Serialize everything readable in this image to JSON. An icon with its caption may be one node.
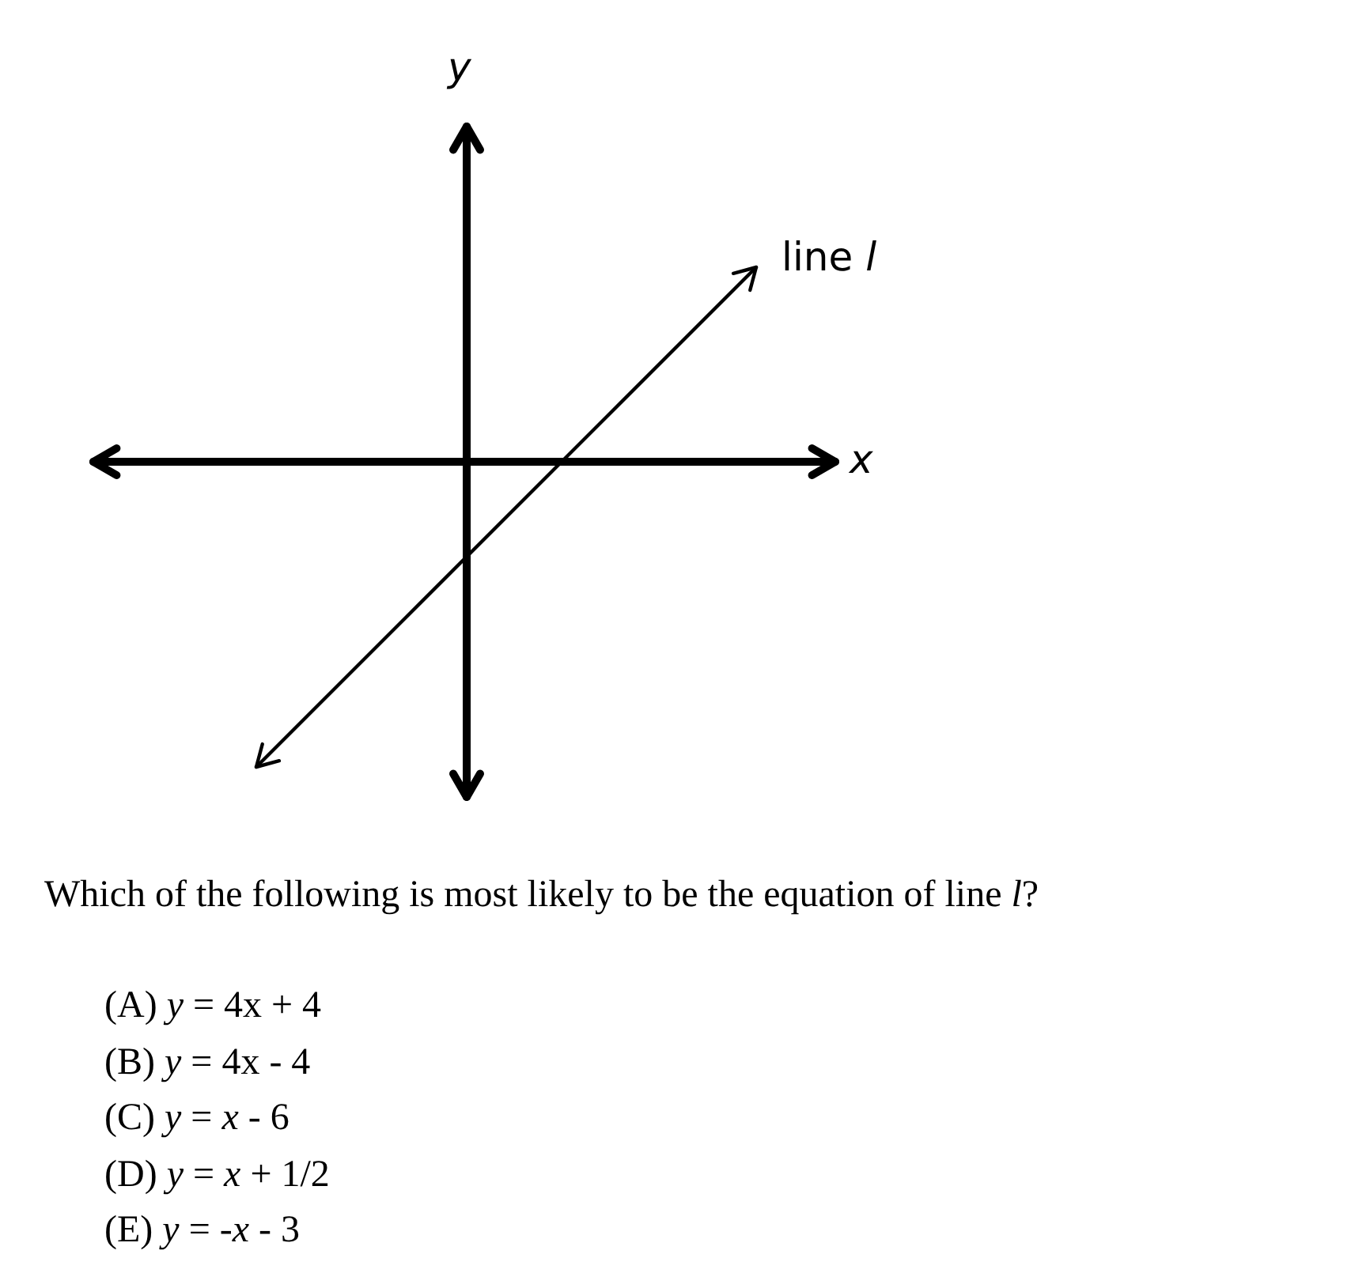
{
  "diagram": {
    "labels": [
      "y",
      "line *l*",
      "x",
      "Which of the following is most likely to be the equation of line *l*?",
      "(A) *y* = 4x + 4",
      "(B) *y* = 4x - 4",
      "(C) *y* = *x* - 6",
      "(D) *y* = *x* + 1/2",
      "(E) *y* = -*x* - 3"
    ]
  }
}
